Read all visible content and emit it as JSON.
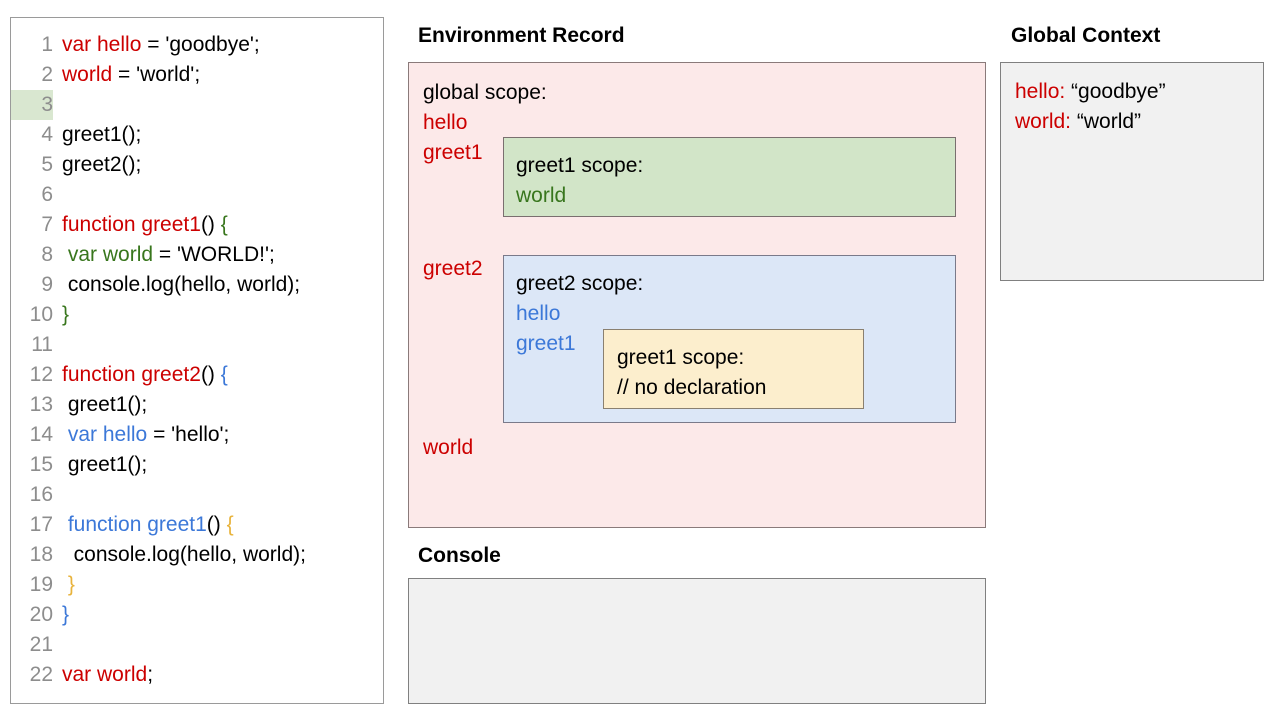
{
  "code_panel": {
    "highlighted_line": 3,
    "lines": [
      {
        "num": "1",
        "tokens": [
          {
            "t": "var hello",
            "c": "red"
          },
          {
            "t": " = 'goodbye';",
            "c": "black"
          }
        ]
      },
      {
        "num": "2",
        "tokens": [
          {
            "t": "world",
            "c": "red"
          },
          {
            "t": " = 'world';",
            "c": "black"
          }
        ]
      },
      {
        "num": "3",
        "tokens": []
      },
      {
        "num": "4",
        "tokens": [
          {
            "t": "greet1();",
            "c": "black"
          }
        ]
      },
      {
        "num": "5",
        "tokens": [
          {
            "t": "greet2();",
            "c": "black"
          }
        ]
      },
      {
        "num": "6",
        "tokens": []
      },
      {
        "num": "7",
        "tokens": [
          {
            "t": "function greet1",
            "c": "red"
          },
          {
            "t": "() ",
            "c": "black"
          },
          {
            "t": "{",
            "c": "brace-green"
          }
        ]
      },
      {
        "num": "8",
        "tokens": [
          {
            "t": " ",
            "c": "black"
          },
          {
            "t": "var world",
            "c": "green"
          },
          {
            "t": " = 'WORLD!';",
            "c": "black"
          }
        ]
      },
      {
        "num": "9",
        "tokens": [
          {
            "t": " console.log(hello, world);",
            "c": "black"
          }
        ]
      },
      {
        "num": "10",
        "tokens": [
          {
            "t": "}",
            "c": "brace-green"
          }
        ]
      },
      {
        "num": "11",
        "tokens": []
      },
      {
        "num": "12",
        "tokens": [
          {
            "t": "function greet2",
            "c": "red"
          },
          {
            "t": "() ",
            "c": "black"
          },
          {
            "t": "{",
            "c": "brace-blue"
          }
        ]
      },
      {
        "num": "13",
        "tokens": [
          {
            "t": " greet1();",
            "c": "black"
          }
        ]
      },
      {
        "num": "14",
        "tokens": [
          {
            "t": " ",
            "c": "black"
          },
          {
            "t": "var hello",
            "c": "blue"
          },
          {
            "t": " = 'hello';",
            "c": "black"
          }
        ]
      },
      {
        "num": "15",
        "tokens": [
          {
            "t": " greet1();",
            "c": "black"
          }
        ]
      },
      {
        "num": "16",
        "tokens": []
      },
      {
        "num": "17",
        "tokens": [
          {
            "t": " ",
            "c": "black"
          },
          {
            "t": "function greet1",
            "c": "blue"
          },
          {
            "t": "() ",
            "c": "black"
          },
          {
            "t": "{",
            "c": "brace-yellow"
          }
        ]
      },
      {
        "num": "18",
        "tokens": [
          {
            "t": "  console.log(hello, world);",
            "c": "black"
          }
        ]
      },
      {
        "num": "19",
        "tokens": [
          {
            "t": " ",
            "c": "black"
          },
          {
            "t": "}",
            "c": "brace-yellow"
          }
        ]
      },
      {
        "num": "20",
        "tokens": [
          {
            "t": "}",
            "c": "brace-blue"
          }
        ]
      },
      {
        "num": "21",
        "tokens": []
      },
      {
        "num": "22",
        "tokens": [
          {
            "t": "var world",
            "c": "red"
          },
          {
            "t": ";",
            "c": "black"
          }
        ]
      }
    ]
  },
  "environment_record": {
    "title": "Environment Record",
    "global_scope": {
      "heading": "global scope:",
      "bindings": [
        "hello",
        "greet1",
        "greet2",
        "world"
      ]
    },
    "greet1_scope": {
      "heading": "greet1 scope:",
      "bindings": [
        "world"
      ]
    },
    "greet2_scope": {
      "heading": "greet2 scope:",
      "bindings": [
        "hello",
        "greet1"
      ]
    },
    "nested_greet1_scope": {
      "heading": "greet1 scope:",
      "note": "// no declaration"
    }
  },
  "console": {
    "title": "Console",
    "output": ""
  },
  "global_context": {
    "title": "Global Context",
    "entries": [
      {
        "key": "hello:",
        "value": "“goodbye”"
      },
      {
        "key": "world:",
        "value": "“world”"
      }
    ]
  },
  "colors": {
    "red": "#cc0000",
    "green": "#38761d",
    "blue": "#3c78d8",
    "brace_yellow": "#e8b33c",
    "global_scope_bg": "#fce9e9",
    "greet1_scope_bg": "#d2e5c8",
    "greet2_scope_bg": "#dce7f7",
    "nested_scope_bg": "#fceecd",
    "panel_bg": "#f1f1f1",
    "line_highlight": "#d9e7d0"
  }
}
